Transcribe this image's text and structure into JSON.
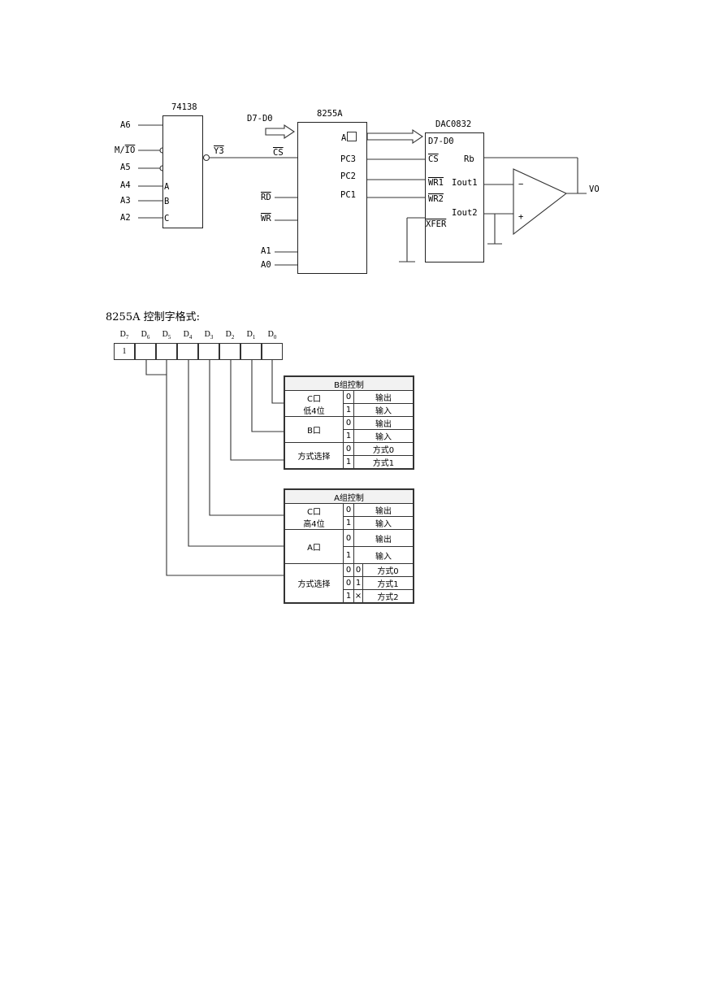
{
  "circuit": {
    "decoder": {
      "title": "74138",
      "inputs": [
        "A6",
        "M/",
        "IO",
        "A5",
        "A4",
        "A3",
        "A2"
      ],
      "pins": [
        "A",
        "B",
        "C"
      ],
      "output": "Y3"
    },
    "bus_label": "D7-D0",
    "ppi": {
      "title": "8255A",
      "ports": [
        "A",
        "PC3",
        "PC2",
        "PC1"
      ],
      "cs": "CS",
      "rd": "RD",
      "wr": "WR",
      "addr": [
        "A1",
        "A0"
      ]
    },
    "dac": {
      "title": "DAC0832",
      "bus": "D7-D0",
      "cs": "CS",
      "rb": "Rb",
      "wr1": "WR1",
      "iout1": "Iout1",
      "wr2": "WR2",
      "iout2": "Iout2",
      "xfer": "XFER"
    },
    "opamp": {
      "minus": "−",
      "plus": "+"
    },
    "output": "VO"
  },
  "control_word": {
    "caption": "8255A 控制字格式:",
    "bits": [
      {
        "n": "D",
        "s": "7"
      },
      {
        "n": "D",
        "s": "6"
      },
      {
        "n": "D",
        "s": "5"
      },
      {
        "n": "D",
        "s": "4"
      },
      {
        "n": "D",
        "s": "3"
      },
      {
        "n": "D",
        "s": "2"
      },
      {
        "n": "D",
        "s": "1"
      },
      {
        "n": "D",
        "s": "0"
      }
    ],
    "d7_value": "1",
    "group_b": {
      "title": "B组控制",
      "c_low_1": "C口",
      "c_low_2": "低4位",
      "b_port": "B口",
      "mode_sel": "方式选择",
      "v0": "0",
      "v1": "1",
      "out": "输出",
      "in": "输入",
      "mode0": "方式0",
      "mode1": "方式1"
    },
    "group_a": {
      "title": "A组控制",
      "c_high_1": "C口",
      "c_high_2": "高4位",
      "a_port": "A口",
      "mode_sel": "方式选择",
      "v0": "0",
      "v1": "1",
      "x": "×",
      "out": "输出",
      "in": "输入",
      "mode0": "方式0",
      "mode1": "方式1",
      "mode2": "方式2"
    }
  }
}
